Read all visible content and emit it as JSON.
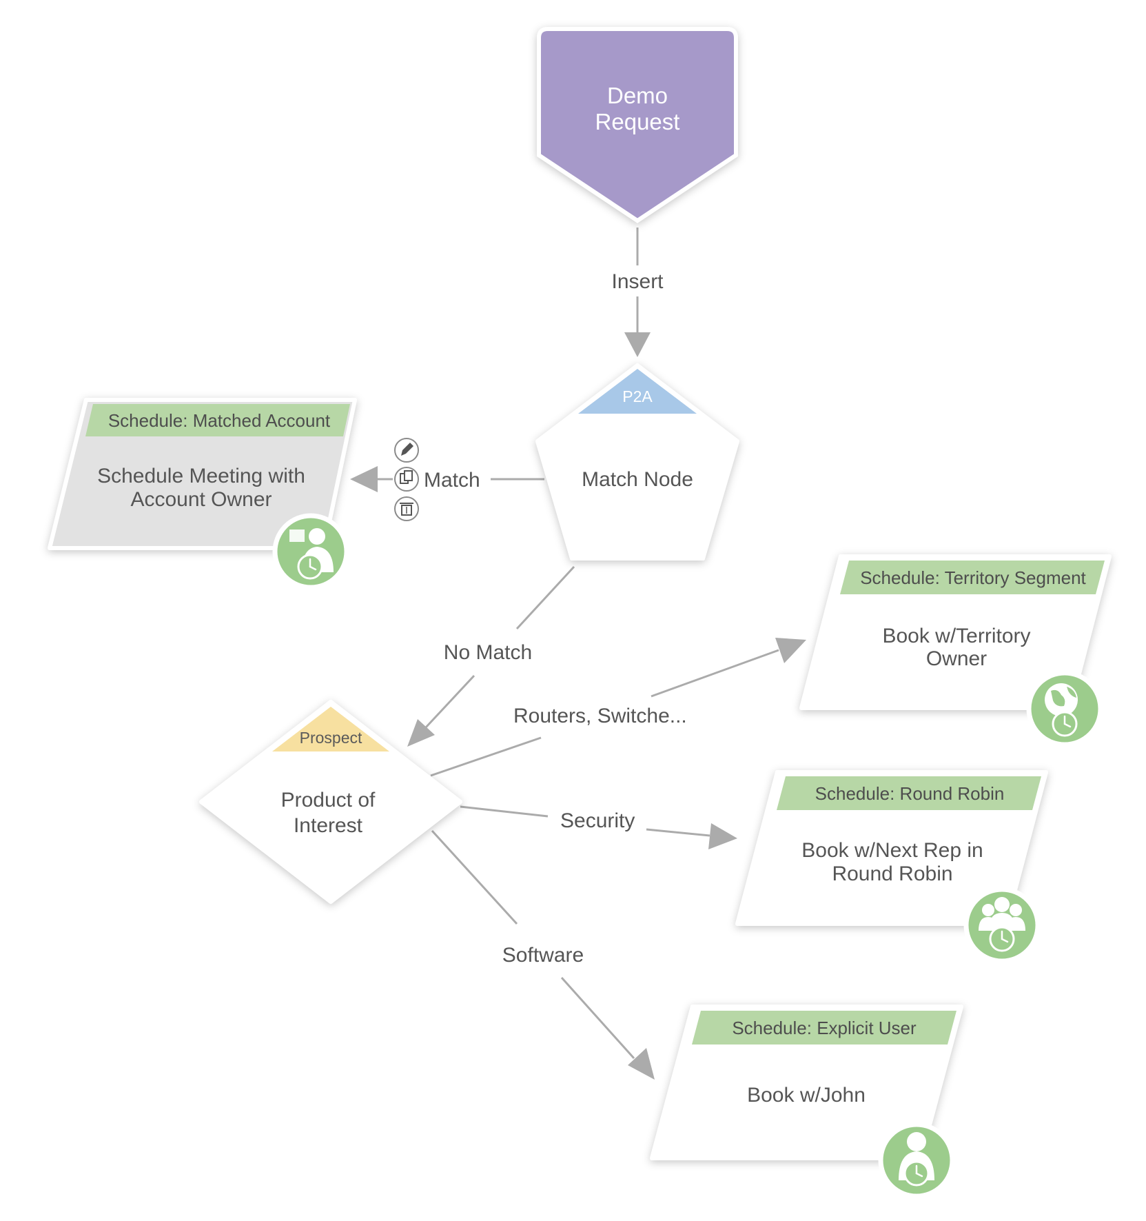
{
  "nodes": {
    "start": {
      "line1": "Demo",
      "line2": "Request",
      "color": "#a699c9"
    },
    "match_node": {
      "tag": "P2A",
      "label": "Match Node",
      "tag_color": "#a8c8e8"
    },
    "decision": {
      "tag": "Prospect",
      "line1": "Product of",
      "line2": "Interest",
      "tag_color": "#f7e0a0"
    },
    "matched_account": {
      "header": "Schedule: Matched Account",
      "line1": "Schedule Meeting with",
      "line2": "Account Owner",
      "icon": "account-owner-clock-icon"
    },
    "territory": {
      "header": "Schedule: Territory Segment",
      "line1": "Book w/Territory",
      "line2": "Owner",
      "icon": "globe-clock-icon"
    },
    "round_robin": {
      "header": "Schedule: Round Robin",
      "line1": "Book w/Next Rep in",
      "line2": "Round Robin",
      "icon": "group-clock-icon"
    },
    "explicit_user": {
      "header": "Schedule: Explicit User",
      "line1": "Book w/John",
      "icon": "user-clock-icon"
    }
  },
  "edges": {
    "insert": "Insert",
    "match": "Match",
    "no_match": "No Match",
    "routers": "Routers, Switche...",
    "security": "Security",
    "software": "Software"
  },
  "toolbar": [
    "edit-icon",
    "copy-icon",
    "delete-icon"
  ],
  "colors": {
    "header_green": "#b7d7a6",
    "icon_green": "#9ccc8c",
    "edge_gray": "#ababab",
    "selected_fill": "#e2e2e2"
  }
}
